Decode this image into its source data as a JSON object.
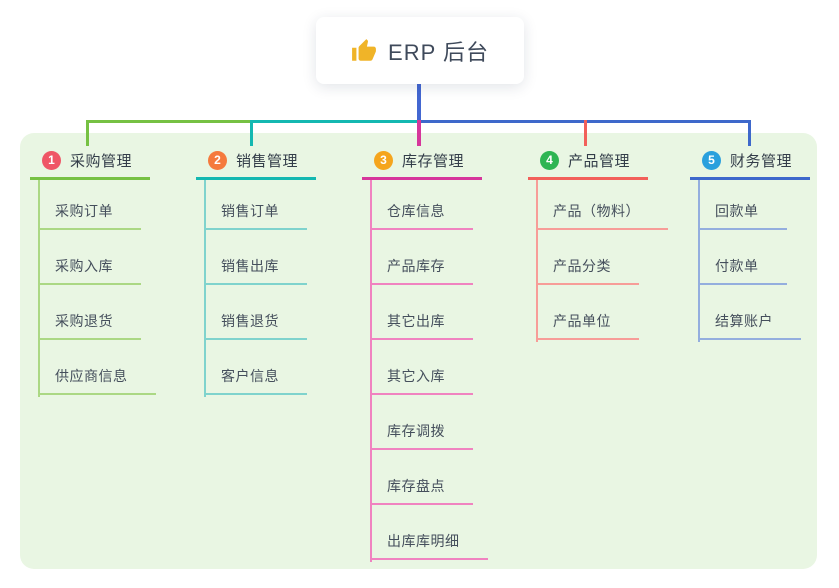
{
  "root": {
    "label": "ERP 后台",
    "icon": "thumbs-up-icon",
    "icon_color": "#f0b428"
  },
  "colors": {
    "panel_bg": "#e9f6e3",
    "root_line": "#4367d1",
    "node_bg": "#ffffff",
    "title_text": "#3f4a5b",
    "branch_text": "#333d49",
    "child_text": "#454f5c"
  },
  "branches": [
    {
      "number": "1",
      "label": "采购管理",
      "badge_color": "#ef5666",
      "line_color": "#76c143",
      "light_color": "#abd884",
      "children": [
        "采购订单",
        "采购入库",
        "采购退货",
        "供应商信息"
      ]
    },
    {
      "number": "2",
      "label": "销售管理",
      "badge_color": "#f57a3d",
      "line_color": "#14b8b1",
      "light_color": "#7fd3cd",
      "children": [
        "销售订单",
        "销售出库",
        "销售退货",
        "客户信息"
      ]
    },
    {
      "number": "3",
      "label": "库存管理",
      "badge_color": "#f5a51d",
      "line_color": "#d6369b",
      "light_color": "#f083c0",
      "children": [
        "仓库信息",
        "产品库存",
        "其它出库",
        "其它入库",
        "库存调拨",
        "库存盘点",
        "出库库明细"
      ]
    },
    {
      "number": "4",
      "label": "产品管理",
      "badge_color": "#2eb553",
      "line_color": "#f2605a",
      "light_color": "#f79d98",
      "children": [
        "产品（物料）",
        "产品分类",
        "产品单位"
      ]
    },
    {
      "number": "5",
      "label": "财务管理",
      "badge_color": "#2aa0dd",
      "line_color": "#3e68cb",
      "light_color": "#94aede",
      "children": [
        "回款单",
        "付款单",
        "结算账户"
      ]
    }
  ]
}
